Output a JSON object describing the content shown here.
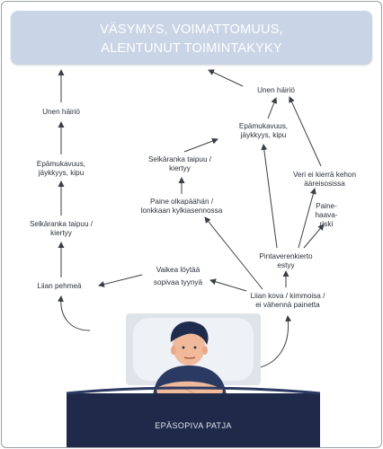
{
  "title": {
    "line1": "VÄSYMYS, VOIMATTOMUUS,",
    "line2": "ALENTUNUT TOIMINTAKYKY"
  },
  "left_chain": {
    "soft": "Liian pehmeä",
    "spine_bend": [
      "Selkäranka taipuu /",
      "kiertyy"
    ],
    "discomfort": [
      "Epämukavuus,",
      "jäykkyys, kipu"
    ],
    "sleep": "Unen häiriö"
  },
  "middle_chain": {
    "position": [
      "Vaikea löytää",
      "sopivaa tyynyä"
    ],
    "pressure": [
      "Paine olkapäähän /",
      "lonkkaan kylkiasennossa"
    ],
    "spine_bend": [
      "Selkäranka taipuu /",
      "kiertyy"
    ]
  },
  "right_chain": {
    "hard": [
      "Liian kova / kimmoisa /",
      "ei vähennä painetta"
    ],
    "circulation": [
      "Pintaverenkierto",
      "estyy"
    ],
    "pressure_ulcer": [
      "Paine-",
      "haava-",
      "riski"
    ],
    "blood_flow": [
      "Veri ei kierrä kehon",
      "ääreisosissa"
    ],
    "discomfort": [
      "Epämukavuus,",
      "jäykkyys, kipu"
    ],
    "sleep": "Unen häiriö"
  },
  "footer": "EPÄSOPIVA PATJA",
  "colors": {
    "banner": "#c9d4e6",
    "arrow": "#3a3f47",
    "mattress": "#1f2a4a",
    "pillow": "#dfe3ea"
  }
}
